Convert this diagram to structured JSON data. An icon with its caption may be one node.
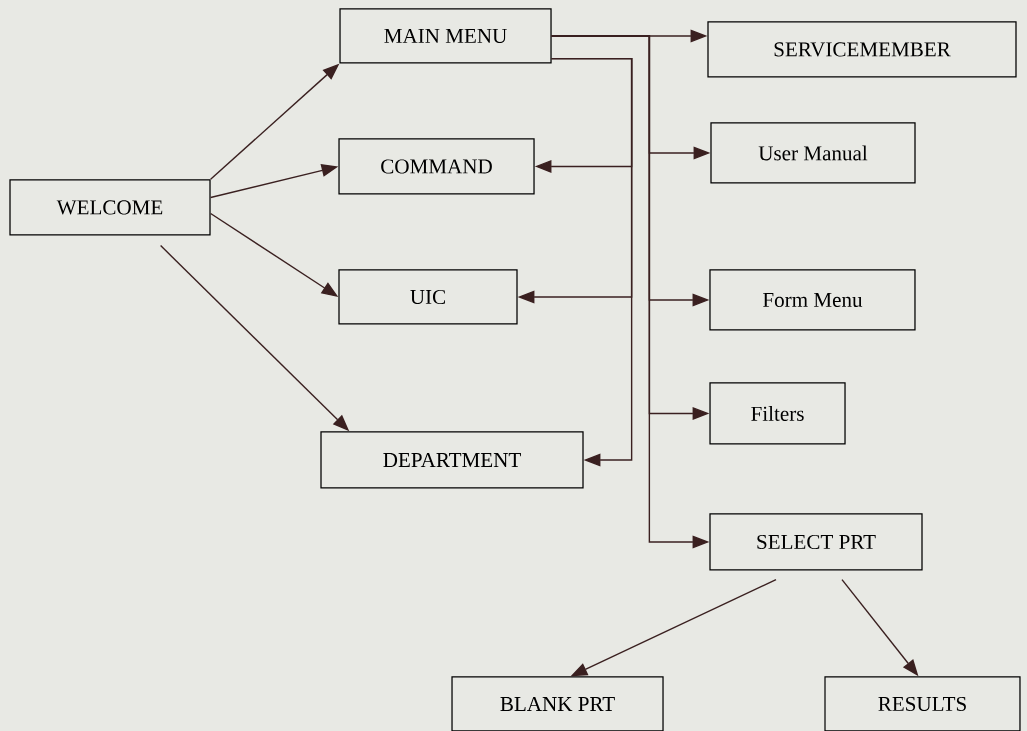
{
  "diagram": {
    "nodes": [
      {
        "text": [
          "MAIN MENU"
        ]
      },
      {
        "text": [
          "SERVICEMEMBER"
        ]
      },
      {
        "text": [
          "COMMAND"
        ]
      },
      {
        "text": [
          "User Manual"
        ]
      },
      {
        "text": [
          "WELCOME"
        ]
      },
      {
        "text": [
          "UIC"
        ]
      },
      {
        "text": [
          "Form Menu"
        ]
      },
      {
        "text": [
          "Filters"
        ]
      },
      {
        "text": [
          "DEPARTMENT"
        ]
      },
      {
        "text": [
          "SELECT PRT"
        ]
      },
      {
        "text": [
          "BLANK PRT"
        ]
      },
      {
        "text": [
          "RESULTS"
        ]
      }
    ],
    "edges": [
      {
        "from": 4,
        "to": 0,
        "arrow": "to"
      },
      {
        "from": 4,
        "to": 2,
        "arrow": "to"
      },
      {
        "from": 4,
        "to": 5,
        "arrow": "to"
      },
      {
        "from": 4,
        "to": 8,
        "arrow": "to"
      },
      {
        "from": 0,
        "to": 1,
        "arrow": "to"
      },
      {
        "from": 0,
        "to": 2,
        "arrow": "to"
      },
      {
        "from": 0,
        "to": 5,
        "arrow": "to"
      },
      {
        "from": 0,
        "to": 8,
        "arrow": "to"
      },
      {
        "from": 0,
        "to": 3,
        "arrow": "to"
      },
      {
        "from": 0,
        "to": 6,
        "arrow": "to"
      },
      {
        "from": 0,
        "to": 7,
        "arrow": "to"
      },
      {
        "from": 0,
        "to": 9,
        "arrow": "to"
      },
      {
        "from": 9,
        "to": 10,
        "arrow": "to"
      },
      {
        "from": 9,
        "to": 11,
        "arrow": "to"
      }
    ]
  }
}
